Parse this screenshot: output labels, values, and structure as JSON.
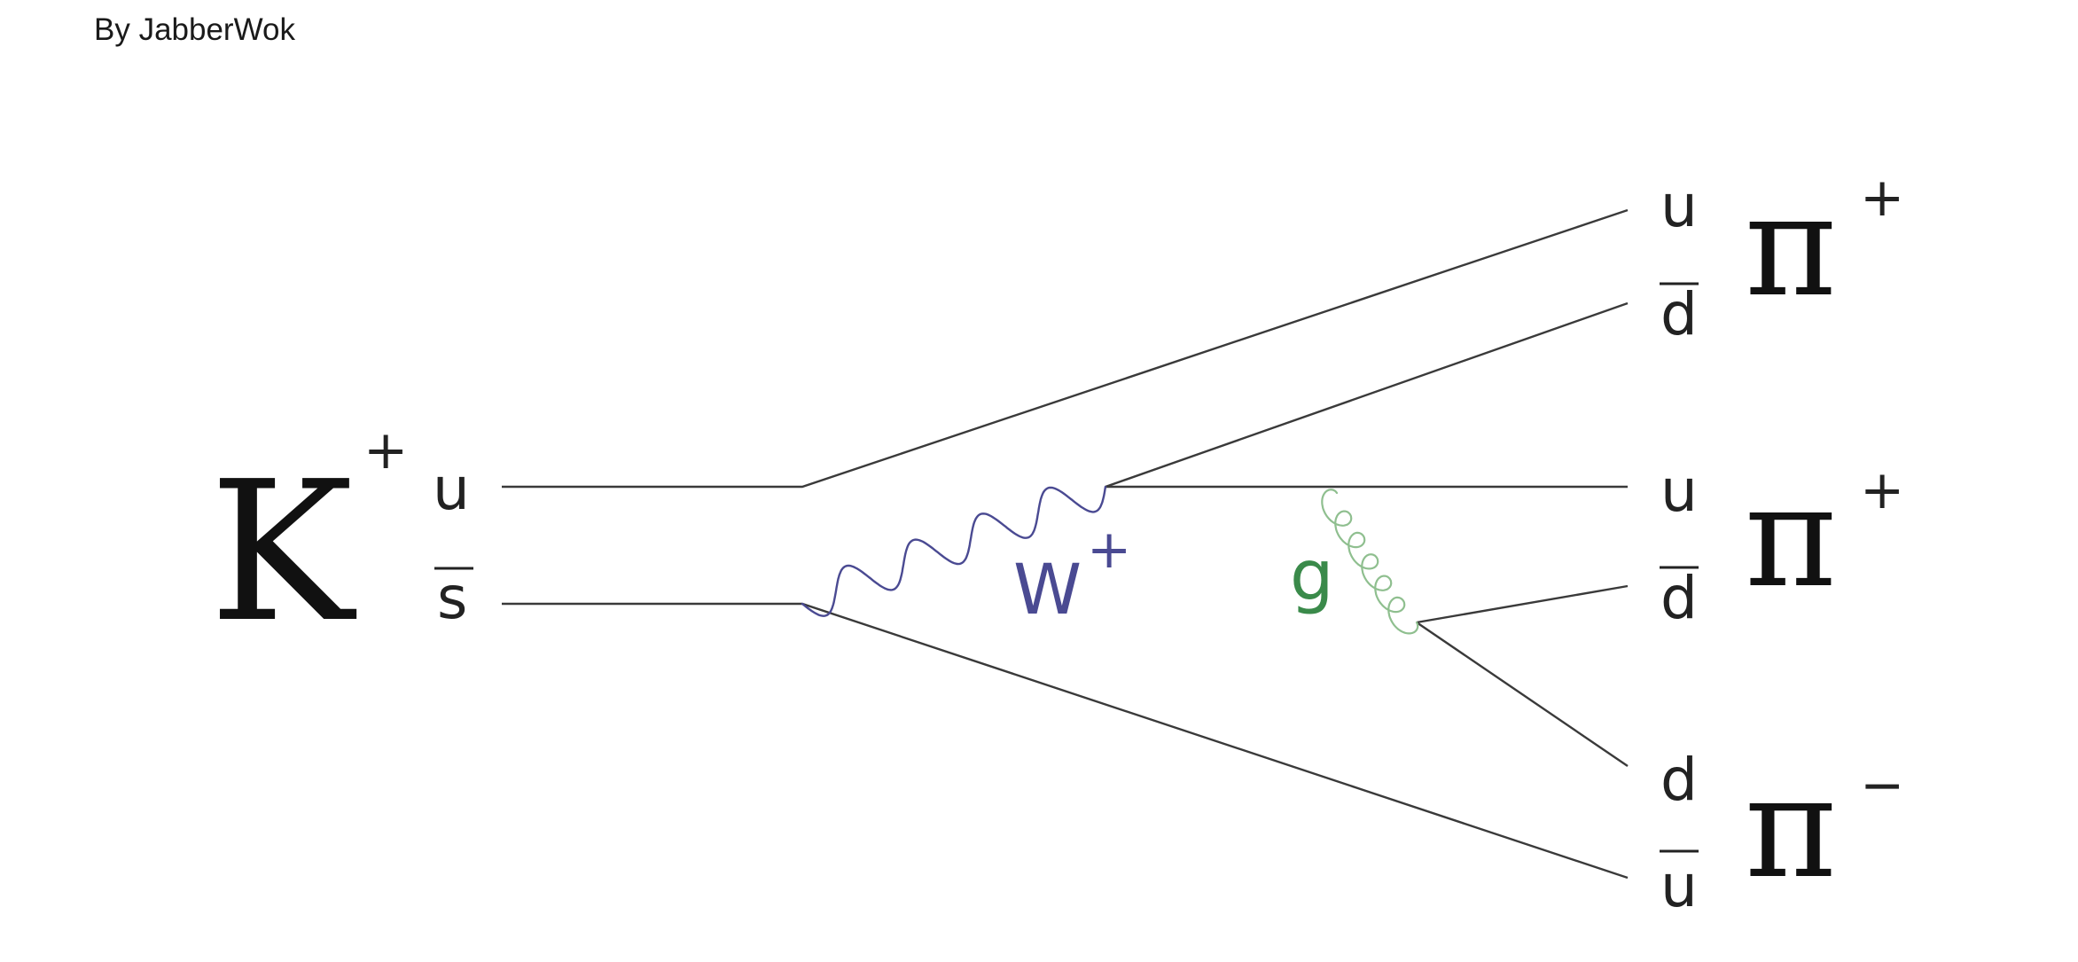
{
  "credit": "By JabberWok",
  "initial": {
    "meson": "K",
    "charge": "+",
    "quarks": [
      "u",
      "s"
    ]
  },
  "boson_w": {
    "symbol": "W",
    "charge": "+",
    "color": "#4a4a92"
  },
  "gluon": {
    "symbol": "g",
    "color": "#3a8a4a",
    "loop_color": "#8fbf8f"
  },
  "final": [
    {
      "meson": "π",
      "charge": "+",
      "quark_top": "u",
      "quark_bottom": "d"
    },
    {
      "meson": "π",
      "charge": "+",
      "quark_top": "u",
      "quark_bottom": "d"
    },
    {
      "meson": "π",
      "charge": "−",
      "quark_top": "d",
      "quark_bottom": "u"
    }
  ]
}
